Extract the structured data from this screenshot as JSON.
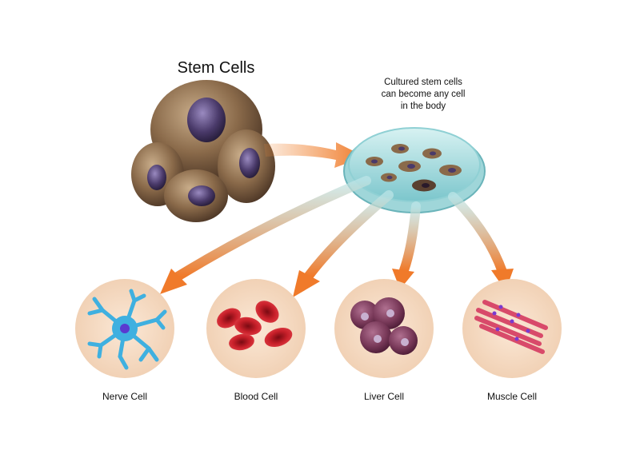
{
  "diagram": {
    "title": "Stem Cells",
    "dish_caption": {
      "lines": [
        "Cultured stem cells",
        "can become any cell",
        "in the body"
      ]
    },
    "cell_types": [
      {
        "key": "nerve",
        "label": "Nerve Cell"
      },
      {
        "key": "blood",
        "label": "Blood Cell"
      },
      {
        "key": "liver",
        "label": "Liver Cell"
      },
      {
        "key": "muscle",
        "label": "Muscle Cell"
      }
    ]
  },
  "colors": {
    "stem_cell": "#8a6a4a",
    "nucleus": "#4a3a6a",
    "arrow": "#f08a3a",
    "dish": "#a8dde0",
    "circle_bg": "#f5dcc6",
    "nerve": "#3fb0e0",
    "blood": "#c8202a",
    "liver": "#7a3a5a",
    "muscle": "#d84a6a"
  }
}
